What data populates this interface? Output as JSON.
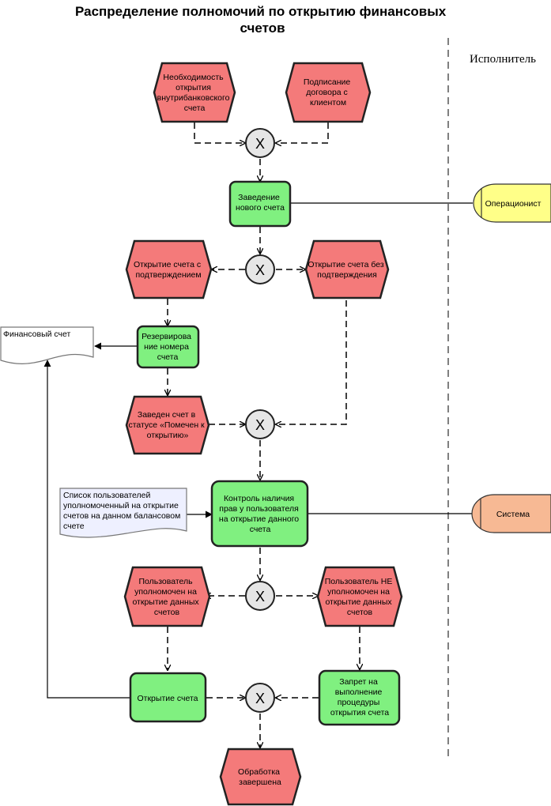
{
  "title": [
    "Распределение полномочий по открытию финансовых",
    "счетов"
  ],
  "column_header": "Исполнитель",
  "events": {
    "need_open": [
      "Необходимость",
      "открытия",
      "внутрибанковского",
      "счета"
    ],
    "contract": [
      "Подписание",
      "договора с",
      "клиентом"
    ],
    "with_confirm": [
      "Открытие счета с",
      "подтверждением"
    ],
    "without_confirm": [
      "Открытие счета без",
      "подтверждения"
    ],
    "marked": [
      "Заведен счет в",
      "статусе «Помечен к",
      "открытию»"
    ],
    "authorized": [
      "Пользователь",
      "уполномочен на",
      "открытие данных",
      "счетов"
    ],
    "not_authorized": [
      "Пользователь НЕ",
      "уполномочен на",
      "открытие данных",
      "счетов"
    ],
    "finished": [
      "Обработка",
      "завершена"
    ]
  },
  "functions": {
    "create": [
      "Заведение",
      "нового счета"
    ],
    "reserve": [
      "Резервирова",
      "ние номера",
      "счета"
    ],
    "check": [
      "Контроль наличия",
      "прав у пользователя",
      "на открытие данного",
      "счета"
    ],
    "open": [
      "Открытие счета"
    ],
    "ban": [
      "Запрет на",
      "выполнение",
      "процедуры",
      "открытия счета"
    ]
  },
  "operator": "X",
  "documents": {
    "account": [
      "Финансовый счет"
    ],
    "user_list": [
      "Список пользователей",
      "уполномоченный на открытие",
      "счетов на данном балансовом",
      "счете"
    ]
  },
  "roles": {
    "operator": "Операционист",
    "system": "Система"
  },
  "colors": {
    "event": "#f47a7a",
    "function": "#80f080",
    "operator_fill": "#e6e6e6",
    "role_operator": "#ffff88",
    "role_system": "#f7b994",
    "document": "#eef0ff"
  }
}
